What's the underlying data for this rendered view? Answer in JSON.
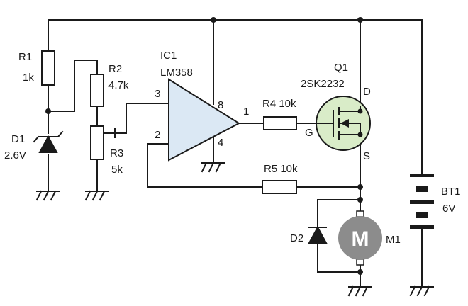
{
  "colors": {
    "wire": "#1a1a1a",
    "opamp_fill": "#dbe8f4",
    "mosfet_fill": "#d9ecc8",
    "motor_fill": "#8c8c8c",
    "motor_text": "#ffffff"
  },
  "components": {
    "r1": {
      "ref": "R1",
      "value": "1k"
    },
    "r2": {
      "ref": "R2",
      "value": "4.7k"
    },
    "r3": {
      "ref": "R3",
      "value": "5k"
    },
    "d1": {
      "ref": "D1",
      "value": "2.6V"
    },
    "ic1": {
      "ref": "IC1",
      "value": "LM358",
      "pin_in_plus": "3",
      "pin_in_minus": "2",
      "pin_out": "1",
      "pin_vcc": "8",
      "pin_gnd": "4"
    },
    "r4": {
      "label": "R4 10k"
    },
    "r5": {
      "label": "R5 10k"
    },
    "q1": {
      "ref": "Q1",
      "value": "2SK2232",
      "drain": "D",
      "gate": "G",
      "source": "S"
    },
    "d2": {
      "ref": "D2"
    },
    "m1": {
      "ref": "M1",
      "symbol": "M"
    },
    "bt1": {
      "ref": "BT1",
      "value": "6V"
    }
  }
}
